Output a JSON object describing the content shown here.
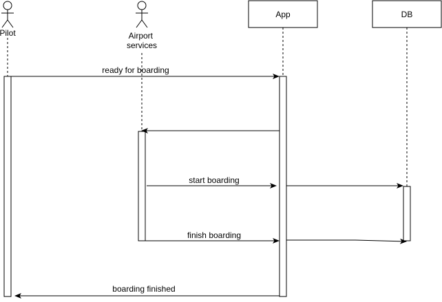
{
  "participants": [
    {
      "id": "pilot",
      "label": "Pilot",
      "kind": "actor"
    },
    {
      "id": "airport",
      "label_lines": [
        "Airport",
        "services"
      ],
      "kind": "actor"
    },
    {
      "id": "app",
      "label": "App",
      "kind": "box"
    },
    {
      "id": "db",
      "label": "DB",
      "kind": "box"
    }
  ],
  "messages": [
    {
      "label": "ready for boarding",
      "from": "pilot",
      "to": "app"
    },
    {
      "label": "",
      "from": "app",
      "to": "airport"
    },
    {
      "label": "start boarding",
      "from": "airport",
      "to": "app"
    },
    {
      "label": "",
      "from": "app",
      "to": "db"
    },
    {
      "label": "finish boarding",
      "from": "airport",
      "to": "app"
    },
    {
      "label": "",
      "from": "app",
      "to": "db"
    },
    {
      "label": "boarding finished",
      "from": "app",
      "to": "pilot"
    }
  ]
}
